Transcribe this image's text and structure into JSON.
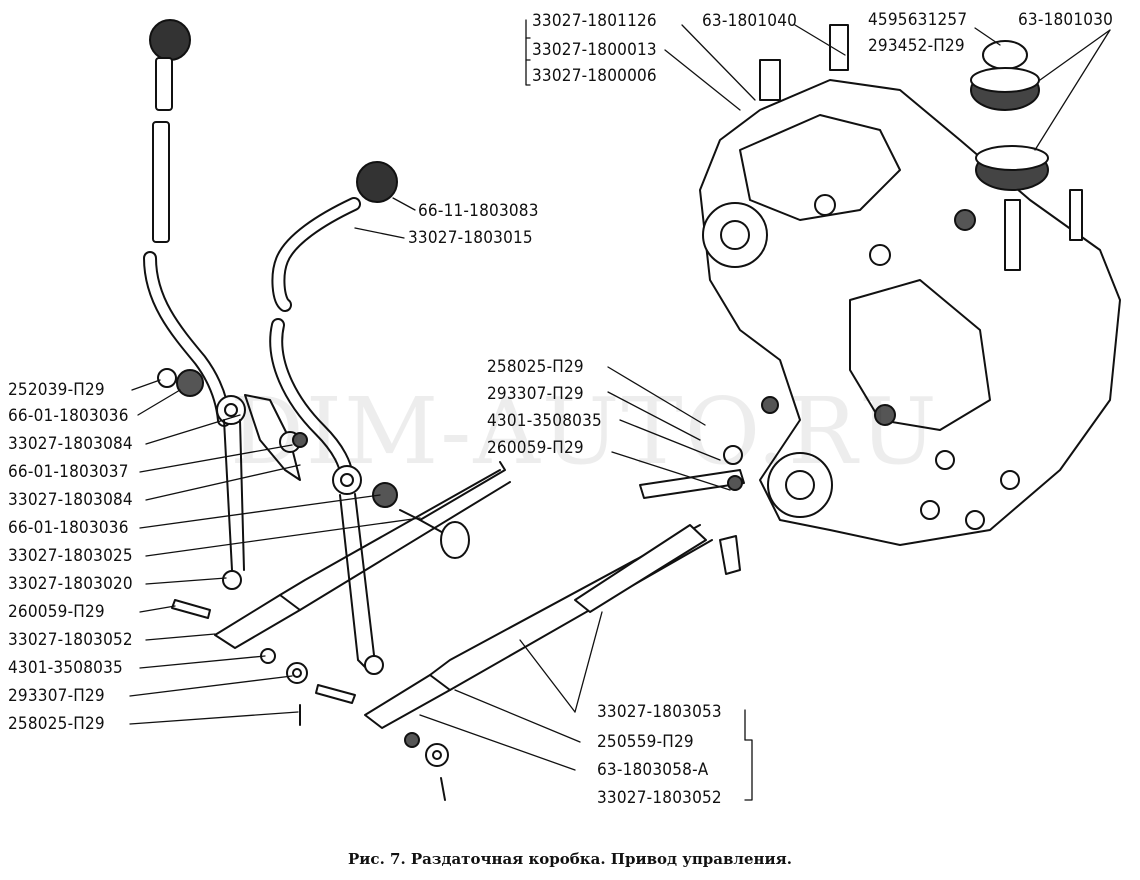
{
  "watermark": "DIM-AUTO.RU",
  "caption": "Рис. 7. Раздаточная коробка. Привод управления.",
  "labels": {
    "l01": "33027-1801126",
    "l02": "63-1801040",
    "l03": "4595631257",
    "l04": "63-1801030",
    "l05": "33027-1800013",
    "l06": "293452-П29",
    "l07": "33027-1800006",
    "l08": "66-11-1803083",
    "l09": "33027-1803015",
    "l10": "258025-П29",
    "l11": "293307-П29",
    "l12": "4301-3508035",
    "l13": "260059-П29",
    "l14": "252039-П29",
    "l15": "66-01-1803036",
    "l16": "33027-1803084",
    "l17": "66-01-1803037",
    "l18": "33027-1803084",
    "l19": "66-01-1803036",
    "l20": "33027-1803025",
    "l21": "33027-1803020",
    "l22": "260059-П29",
    "l23": "33027-1803052",
    "l24": "4301-3508035",
    "l25": "293307-П29",
    "l26": "258025-П29",
    "l27": "33027-1803053",
    "l28": "250559-П29",
    "l29": "63-1803058-А",
    "l30": "33027-1803052"
  }
}
